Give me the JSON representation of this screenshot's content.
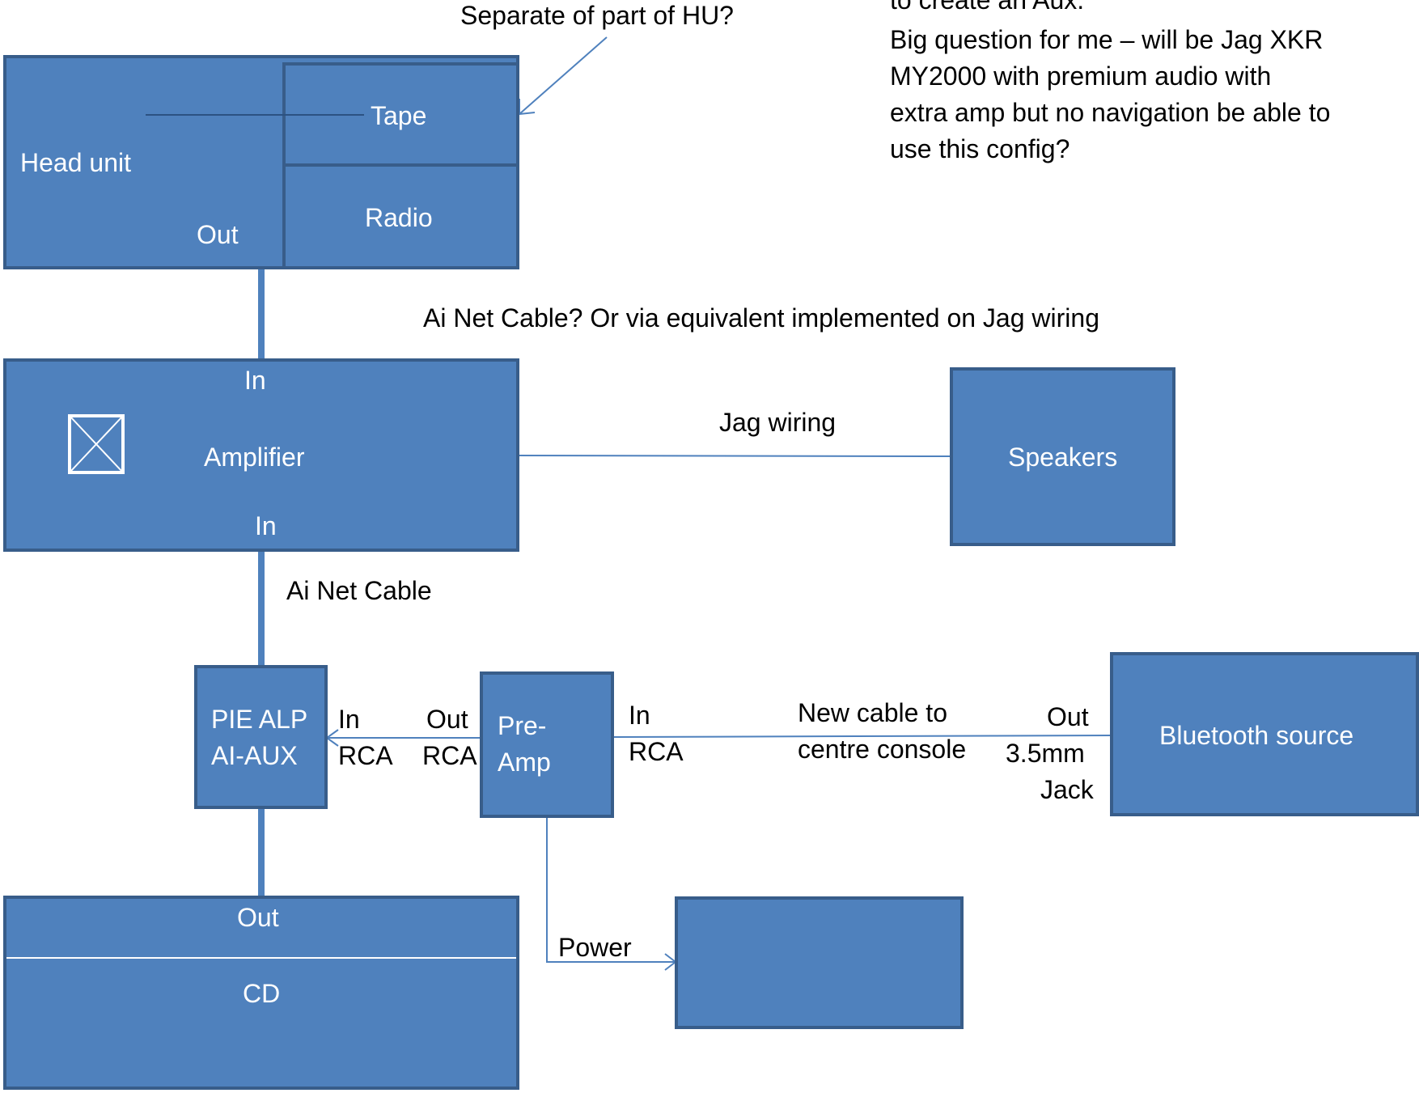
{
  "annotations": {
    "separate_question": "Separate of part of HU?",
    "note_lines": [
      "to create an Aux.",
      "Big question for me – will be Jag XKR",
      "MY2000 with premium audio with",
      "extra amp but no navigation be able to",
      "use this config?"
    ],
    "ai_net_question": "Ai Net Cable? Or via equivalent implemented on Jag wiring",
    "jag_wiring": "Jag wiring",
    "ai_net_cable": "Ai Net Cable",
    "new_cable": [
      "New cable to",
      "centre console"
    ],
    "power": "Power"
  },
  "head_unit": {
    "label": "Head unit",
    "out": "Out",
    "tape": "Tape",
    "radio": "Radio"
  },
  "amplifier": {
    "label": "Amplifier",
    "in_top": "In",
    "in_bottom": "In"
  },
  "speakers": {
    "label": "Speakers"
  },
  "pie": {
    "lines": [
      "PIE ALP",
      "AI-AUX"
    ]
  },
  "pie_in": [
    "In",
    "RCA"
  ],
  "preamp_out": [
    "Out",
    "RCA"
  ],
  "preamp": {
    "lines": [
      "Pre-",
      "Amp"
    ]
  },
  "preamp_in": [
    "In",
    "RCA"
  ],
  "bt_out": [
    "Out",
    "3.5mm",
    "Jack"
  ],
  "bluetooth": {
    "label": "Bluetooth source"
  },
  "cd": {
    "out": "Out",
    "label": "CD"
  },
  "colors": {
    "box_fill": "#4f81bd",
    "box_border": "#385d8a",
    "wire": "#4f81bd"
  }
}
